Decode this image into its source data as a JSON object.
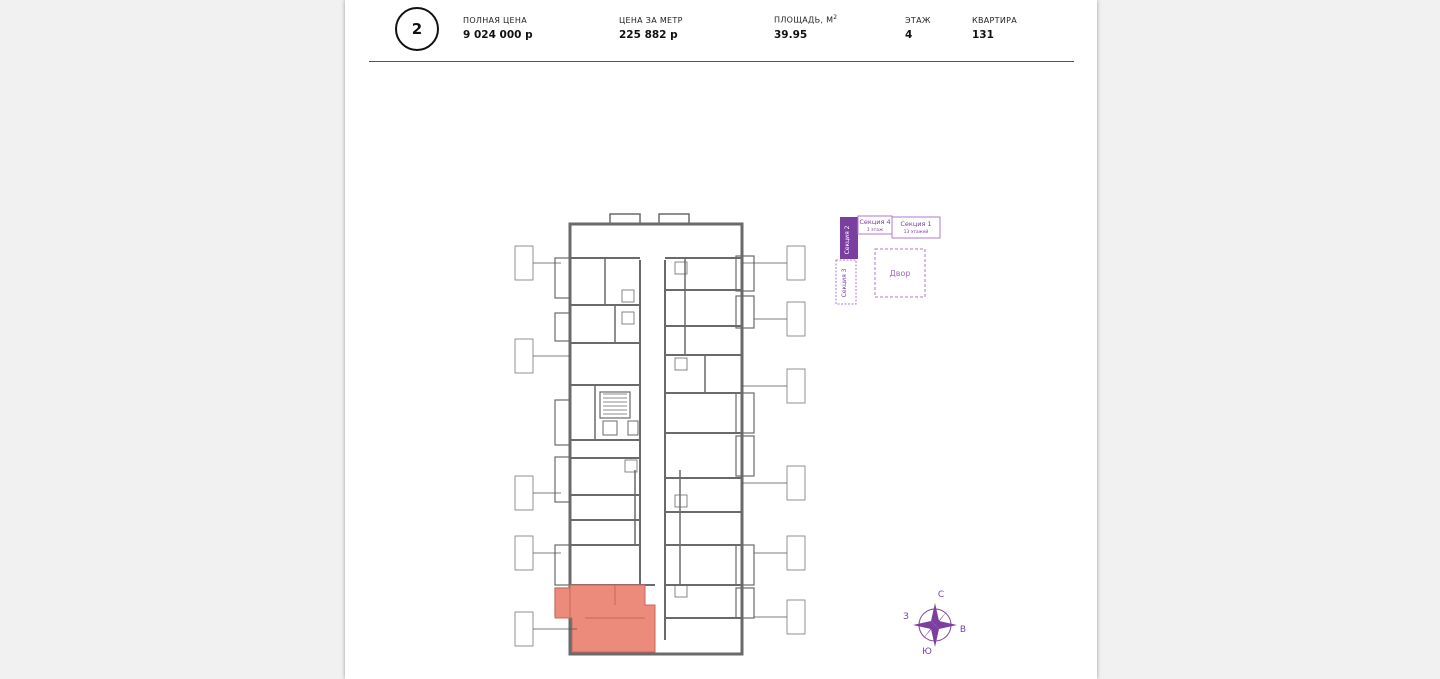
{
  "section_number": "2",
  "summary": {
    "full_price": {
      "label": "ПОЛНАЯ ЦЕНА",
      "value": "9 024 000 р"
    },
    "price_per_meter": {
      "label": "ЦЕНА ЗА МЕТР",
      "value": "225 882 р"
    },
    "area": {
      "label": "ПЛОЩАДЬ, М",
      "label_sup": "2",
      "value": "39.95"
    },
    "floor": {
      "label": "ЭТАЖ",
      "value": "4"
    },
    "apartment": {
      "label": "КВАРТИРА",
      "value": "131"
    }
  },
  "site_plan": {
    "section4": "Секция 4",
    "section4_floors": "1 этаж",
    "section1": "Секция 1",
    "section1_floors": "13 этажей",
    "section2": "Секция 2",
    "section3": "Секция 3",
    "courtyard": "Двор"
  },
  "compass": {
    "north": "С",
    "south": "Ю",
    "west": "З",
    "east": "В"
  },
  "colors": {
    "highlight": "#ec8b7b",
    "site_accent": "#7b3fa0",
    "site_outline": "#b07ad0"
  }
}
